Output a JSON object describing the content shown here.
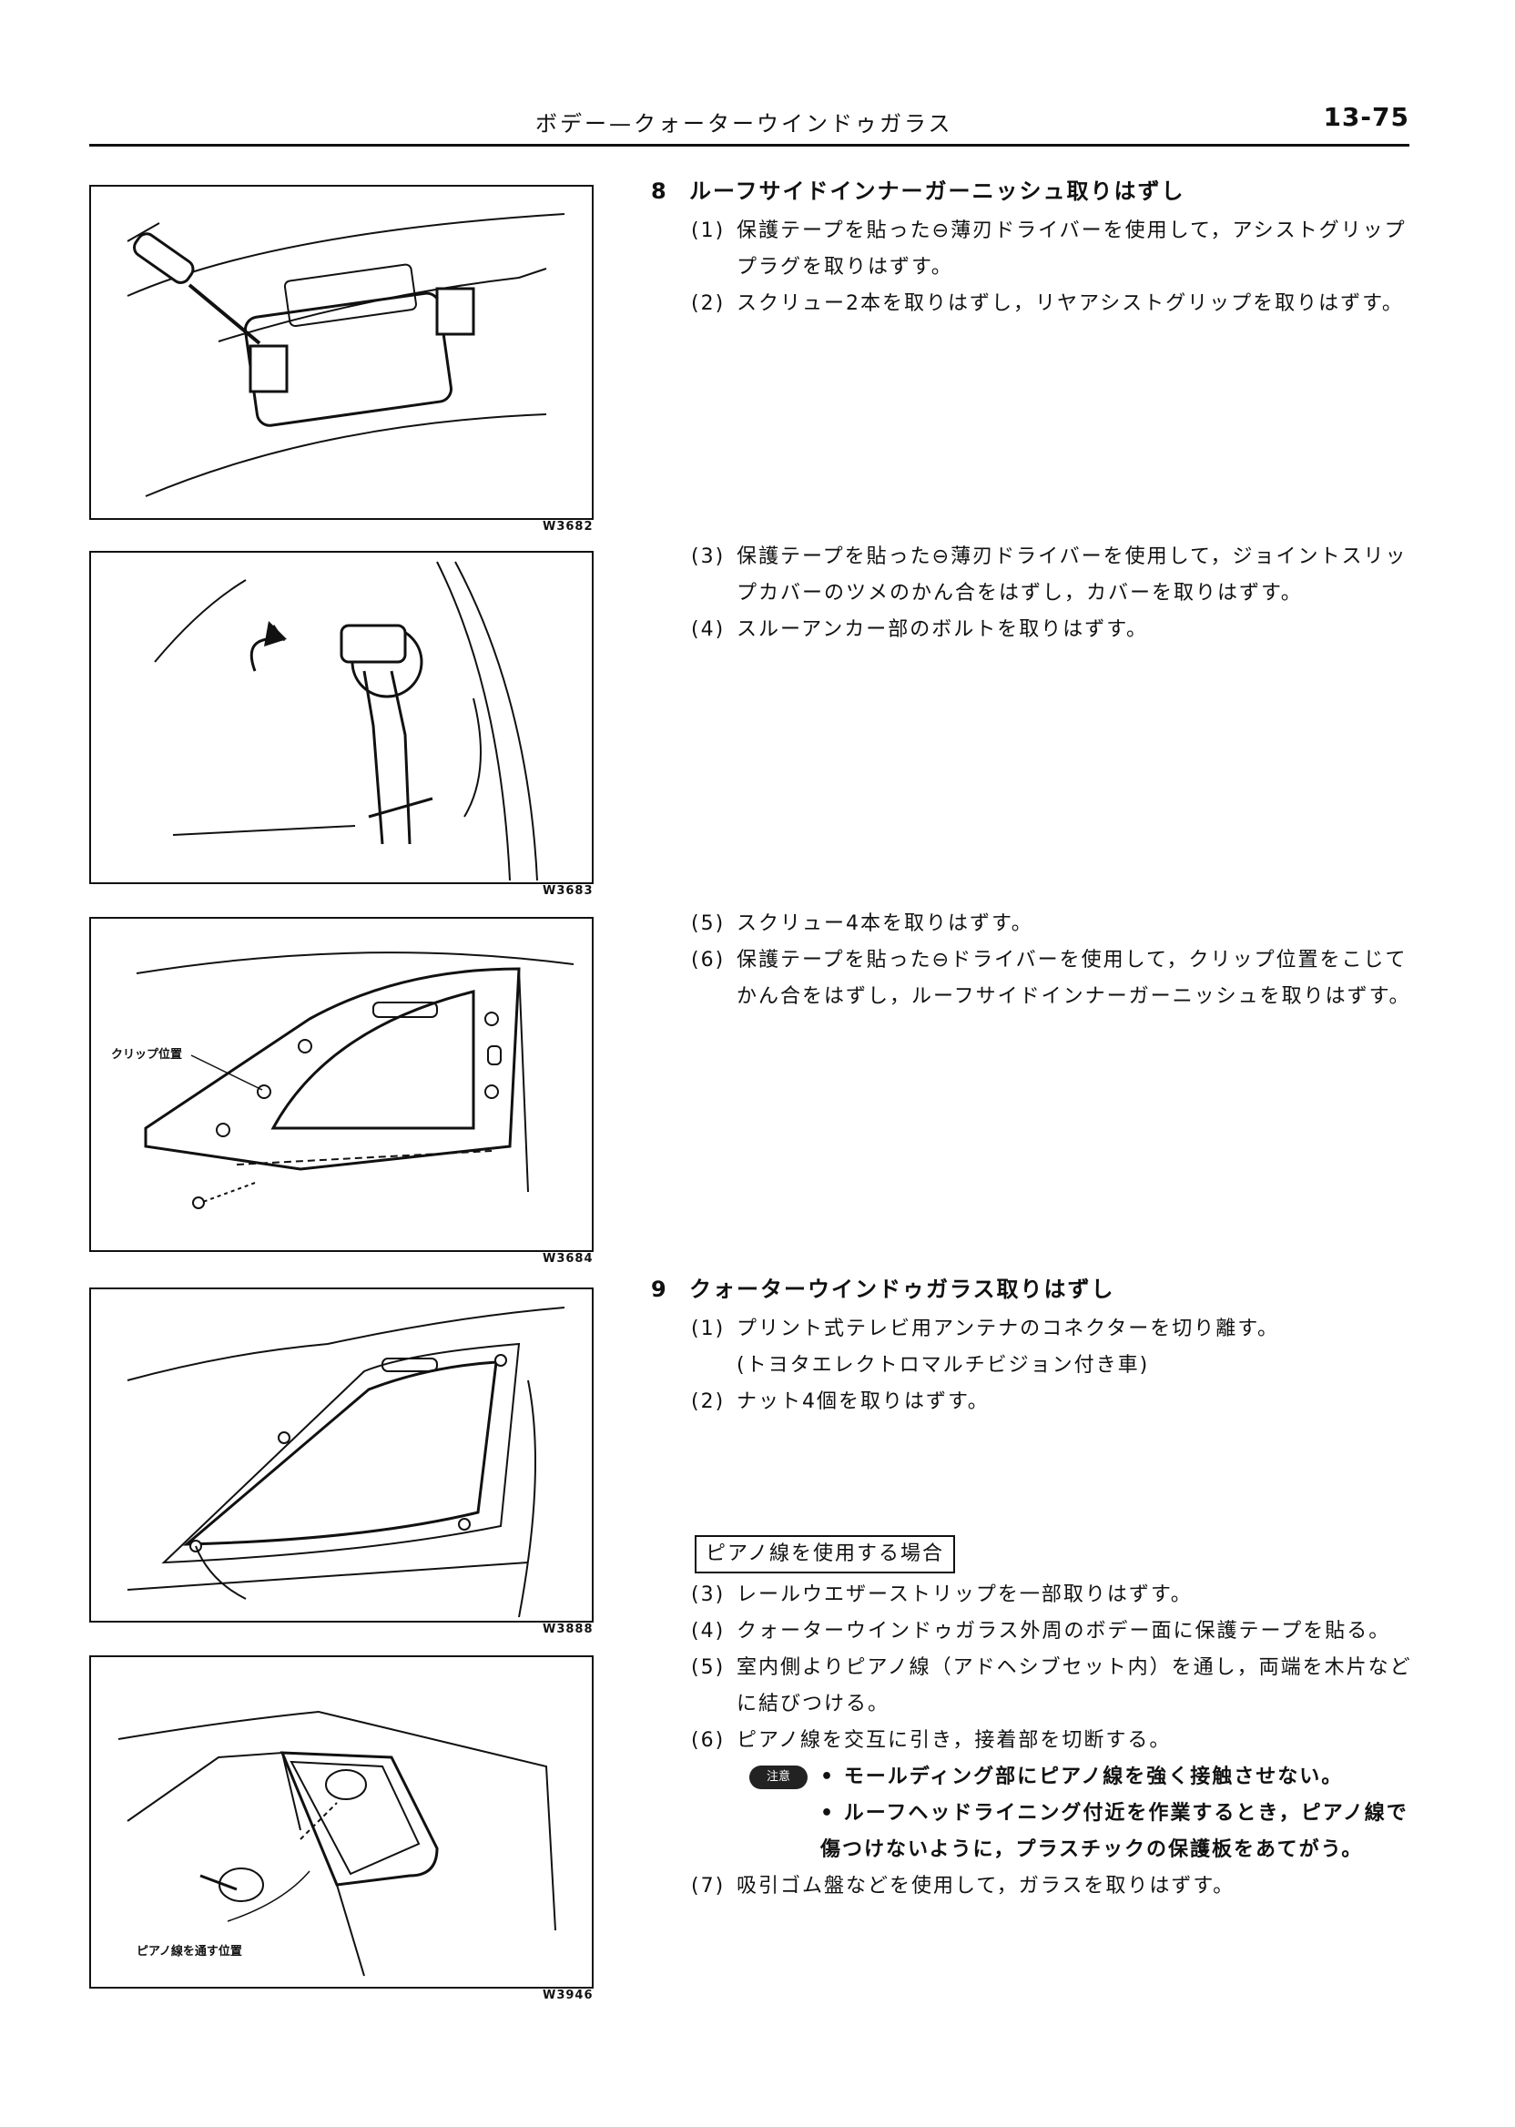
{
  "header": {
    "title": "ボデー—クォーターウインドゥガラス",
    "page_number": "13-75"
  },
  "figures": [
    {
      "code": "W3682"
    },
    {
      "code": "W3683"
    },
    {
      "code": "W3684",
      "label": "クリップ位置"
    },
    {
      "code": "W3888"
    },
    {
      "code": "W3946",
      "label": "ピアノ線を通す位置"
    }
  ],
  "section8": {
    "number": "8",
    "title": "ルーフサイドインナーガーニッシュ取りはずし",
    "steps": [
      {
        "n": "(1)",
        "text": "保護テープを貼った⊖薄刃ドライバーを使用して，アシストグリッププラグを取りはずす。"
      },
      {
        "n": "(2)",
        "text": "スクリュー2本を取りはずし，リヤアシストグリップを取りはずす。"
      },
      {
        "n": "(3)",
        "text": "保護テープを貼った⊖薄刃ドライバーを使用して，ジョイントスリップカバーのツメのかん合をはずし，カバーを取りはずす。"
      },
      {
        "n": "(4)",
        "text": "スルーアンカー部のボルトを取りはずす。"
      },
      {
        "n": "(5)",
        "text": "スクリュー4本を取りはずす。"
      },
      {
        "n": "(6)",
        "text": "保護テープを貼った⊖ドライバーを使用して，クリップ位置をこじてかん合をはずし，ルーフサイドインナーガーニッシュを取りはずす。"
      }
    ]
  },
  "section9": {
    "number": "9",
    "title": "クォーターウインドゥガラス取りはずし",
    "steps": [
      {
        "n": "(1)",
        "text": "プリント式テレビ用アンテナのコネクターを切り離す。",
        "sub": "(トヨタエレクトロマルチビジョン付き車)"
      },
      {
        "n": "(2)",
        "text": "ナット4個を取りはずす。"
      }
    ],
    "box_label": "ピアノ線を使用する場合",
    "steps2": [
      {
        "n": "(3)",
        "text": "レールウエザーストリップを一部取りはずす。"
      },
      {
        "n": "(4)",
        "text": "クォーターウインドゥガラス外周のボデー面に保護テープを貼る。"
      },
      {
        "n": "(5)",
        "text": "室内側よりピアノ線（アドヘシブセット内）を通し，両端を木片などに結びつける。"
      },
      {
        "n": "(6)",
        "text": "ピアノ線を交互に引き，接着部を切断する。"
      }
    ],
    "note": {
      "badge": "注意",
      "bullet1": "• モールディング部にピアノ線を強く接触させない。",
      "bullet2": "• ルーフヘッドライニング付近を作業するとき，ピアノ線で傷つけないように，プラスチックの保護板をあてがう。"
    },
    "step7": {
      "n": "(7)",
      "text": "吸引ゴム盤などを使用して，ガラスを取りはずす。"
    }
  }
}
